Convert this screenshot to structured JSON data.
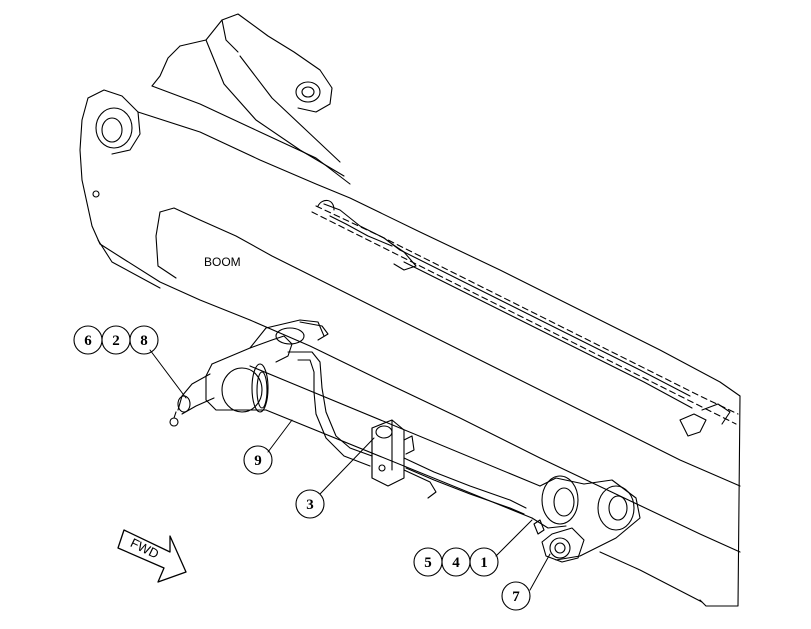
{
  "boom_label": "BOOM",
  "fwd_label": "FWD",
  "callouts": {
    "c6": "6",
    "c2": "2",
    "c8": "8",
    "c9": "9",
    "c3": "3",
    "c5": "5",
    "c4": "4",
    "c1": "1",
    "c7": "7"
  }
}
